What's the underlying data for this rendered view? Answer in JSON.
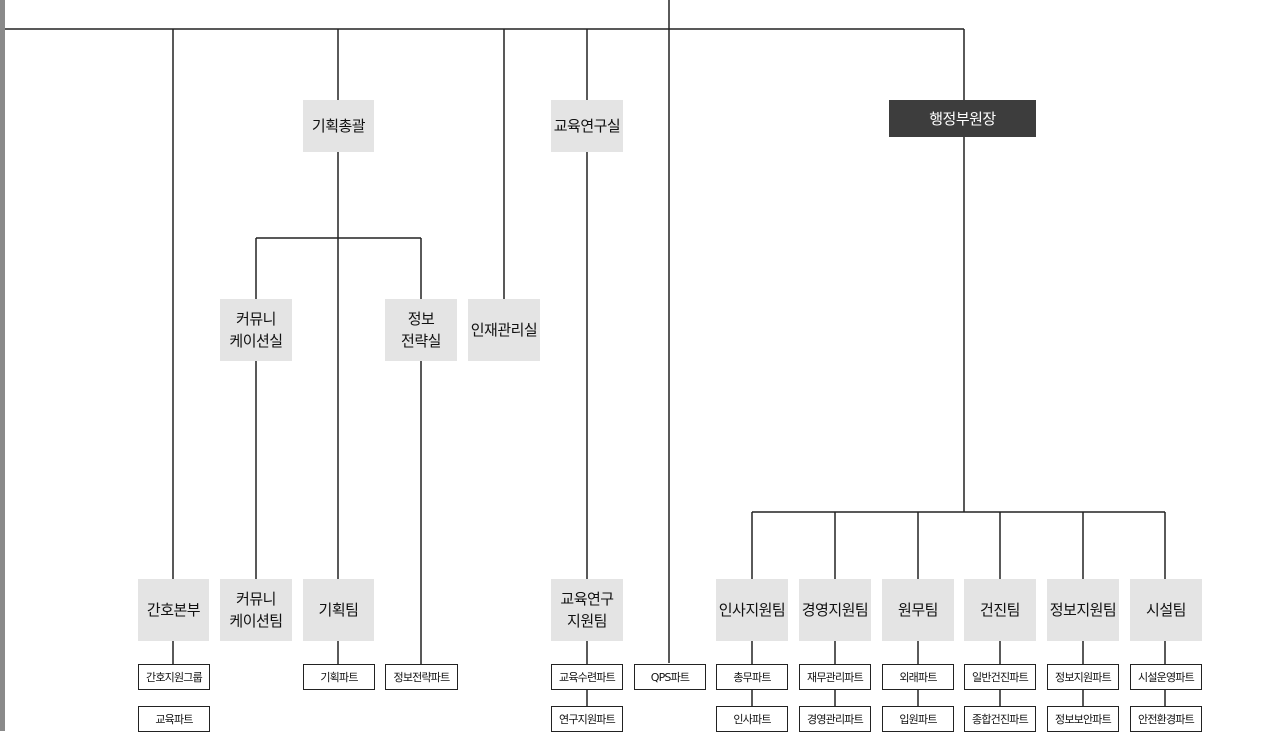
{
  "colors": {
    "line": "#222222",
    "unit_fill": "#e4e4e4",
    "head_fill": "#3d3d3d",
    "head_text": "#ffffff"
  },
  "units": {
    "planning_general": "기획총괄",
    "education_research_office": "교육연구실",
    "admin_vice_president": "행정부원장",
    "communication_office": "커뮤니\n케이션실",
    "info_strategy_office": "정보\n전략실",
    "talent_management_office": "인재관리실",
    "nursing_division": "간호본부",
    "communication_team": "커뮤니\n케이션팀",
    "planning_team": "기획팀",
    "edu_research_support_team": "교육연구\n지원팀",
    "hr_support_team": "인사지원팀",
    "management_support_team": "경영지원팀",
    "outpatient_team": "원무팀",
    "health_checkup_team": "건진팀",
    "info_support_team": "정보지원팀",
    "facilities_team": "시설팀"
  },
  "parts": {
    "nursing_support_group": "간호지원그룹",
    "education_part": "교육파트",
    "planning_part": "기획파트",
    "info_strategy_part": "정보전략파트",
    "training_part": "교육수련파트",
    "research_support_part": "연구지원파트",
    "qps_part": "QPS파트",
    "general_affairs_part": "총무파트",
    "hr_part": "인사파트",
    "finance_part": "재무관리파트",
    "management_part": "경영관리파트",
    "outpatient_part": "외래파트",
    "inpatient_part": "입원파트",
    "general_checkup_part": "일반건진파트",
    "comprehensive_checkup_part": "종합건진파트",
    "info_support_part": "정보지원파트",
    "info_security_part": "정보보안파트",
    "facility_operation_part": "시설운영파트",
    "safety_environment_part": "안전환경파트"
  }
}
